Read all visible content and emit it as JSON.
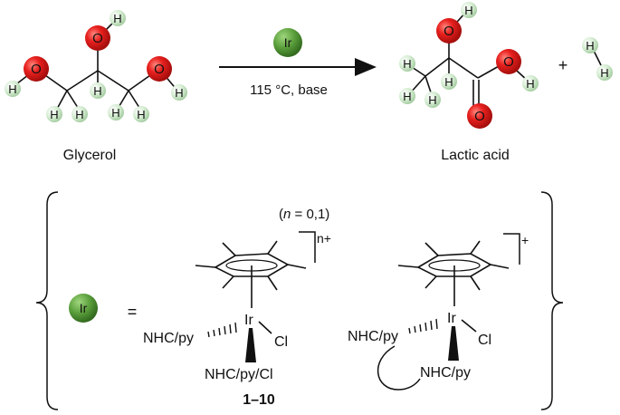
{
  "reaction": {
    "catalyst_symbol": "Ir",
    "conditions": "115 °C, base",
    "reactant_name": "Glycerol",
    "product_name": "Lactic acid",
    "plus": "+"
  },
  "atoms": {
    "oxygen": "O",
    "hydrogen": "H"
  },
  "catalysts": {
    "ir_label": "Ir",
    "equals": "=",
    "charge_note": "(n = 0,1)",
    "n_italic": "n",
    "charge_note_rest": " = 0,1)",
    "charge_note_open": "(",
    "charge_first": "n+",
    "charge_second": "+",
    "metal": "Ir",
    "ligand_left": "NHC/py",
    "ligand_cl": "Cl",
    "ligand_bottom": "NHC/py/Cl",
    "ligand_left_2": "NHC/py",
    "ligand_cl_2": "Cl",
    "ligand_bottom_2": "NHC/py",
    "compound_numbers": "1–10"
  },
  "colors": {
    "oxygen": "#e8201e",
    "hydrogen": "#cfe8cc",
    "iridium": "#5a9e3b",
    "bond": "#111111"
  }
}
